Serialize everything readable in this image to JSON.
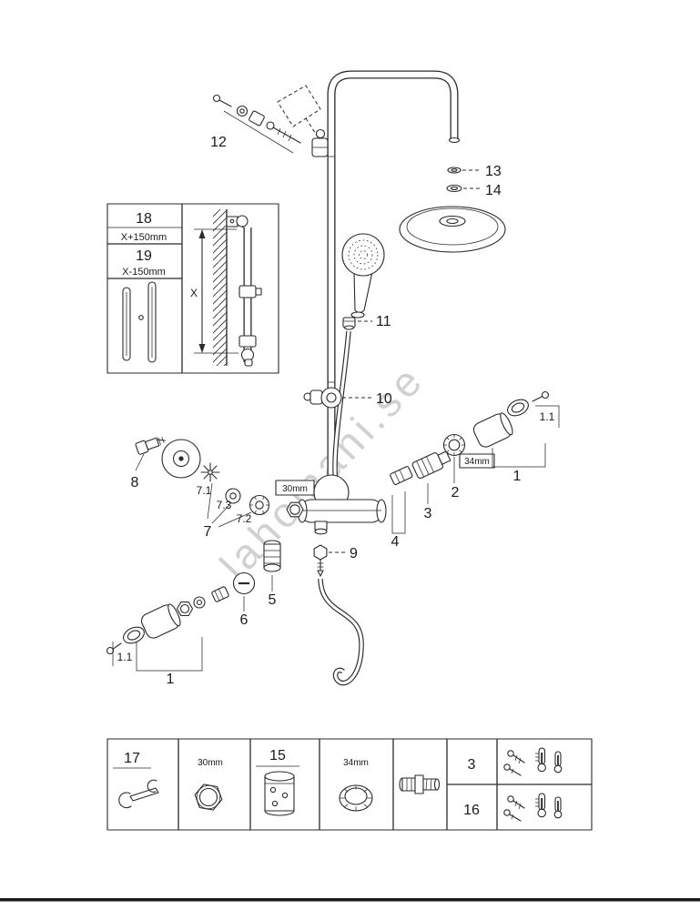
{
  "watermark": "lahomani.se",
  "colors": {
    "ink": "#2a2a2a",
    "watermark": "#c9c9c9"
  },
  "callouts": {
    "item1": "1",
    "item1_1": "1.1",
    "item2": "2",
    "item3": "3",
    "item4": "4",
    "item5": "5",
    "item6": "6",
    "item7": "7",
    "item7_1": "7.1",
    "item7_2": "7.2",
    "item7_3": "7.3",
    "item8": "8",
    "item9": "9",
    "item10": "10",
    "item11": "11",
    "item12": "12",
    "item13": "13",
    "item14": "14",
    "size_30mm": "30mm",
    "size_34mm": "34mm"
  },
  "inset": {
    "item18": "18",
    "item18_offset": "X+150mm",
    "item19": "19",
    "item19_offset": "X-150mm",
    "dimension": "X"
  },
  "table": {
    "item17": "17",
    "wrench_size": "30mm",
    "item15": "15",
    "ring_size": "34mm",
    "row_top": "3",
    "row_bottom": "16"
  }
}
